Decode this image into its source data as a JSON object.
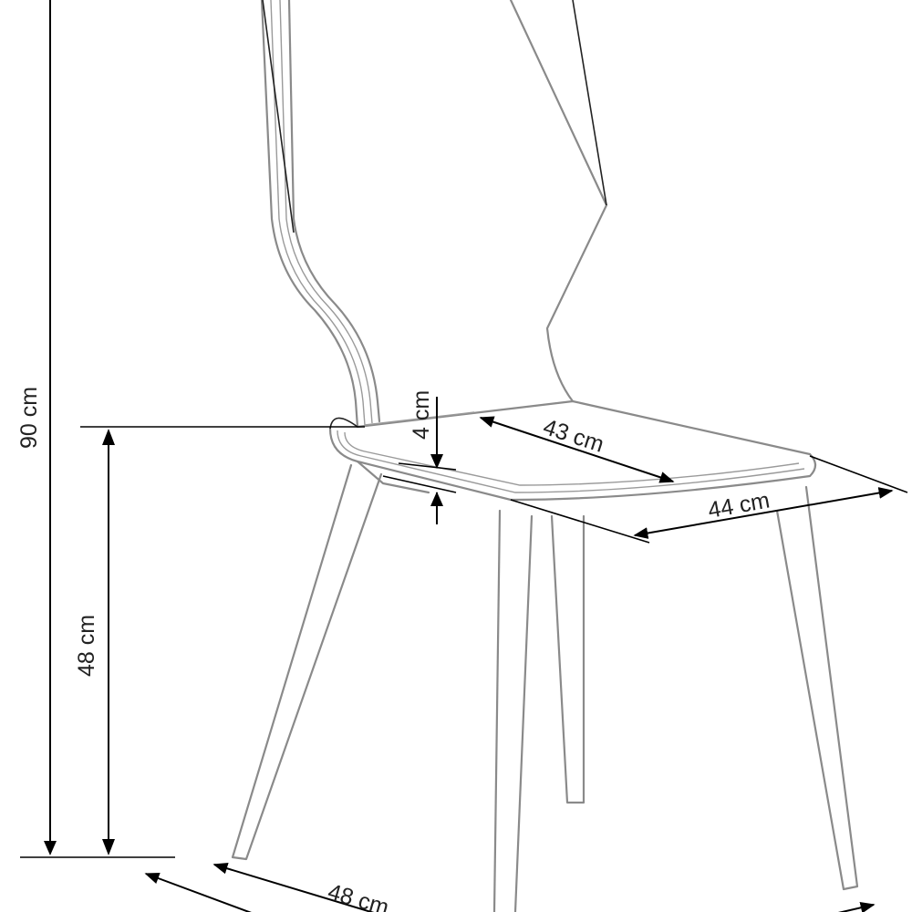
{
  "dimensions": {
    "total_height": "90 cm",
    "seat_height": "48 cm",
    "seat_thickness": "4 cm",
    "seat_depth": "43 cm",
    "seat_width": "44 cm",
    "overall_depth": "48 cm"
  },
  "colors": {
    "chair_outline": "#8a8a8a",
    "dimension_lines": "#000000",
    "background": "#ffffff"
  }
}
